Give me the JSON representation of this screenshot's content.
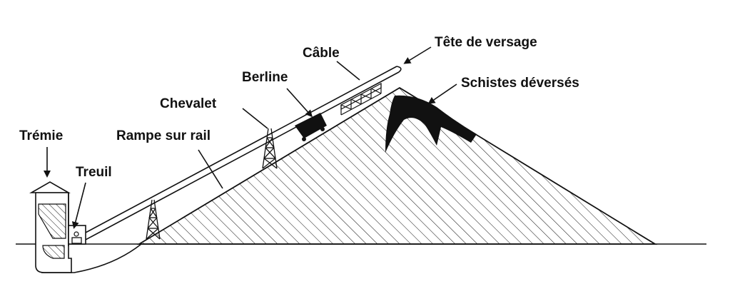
{
  "labels": {
    "tete": "Tête de versage",
    "cable": "Câble",
    "schistes": "Schistes déversés",
    "berline": "Berline",
    "chevalet": "Chevalet",
    "rampe": "Rampe sur rail",
    "tremie": "Trémie",
    "treuil": "Treuil"
  },
  "colors": {
    "ink": "#111111",
    "background": "#ffffff"
  }
}
